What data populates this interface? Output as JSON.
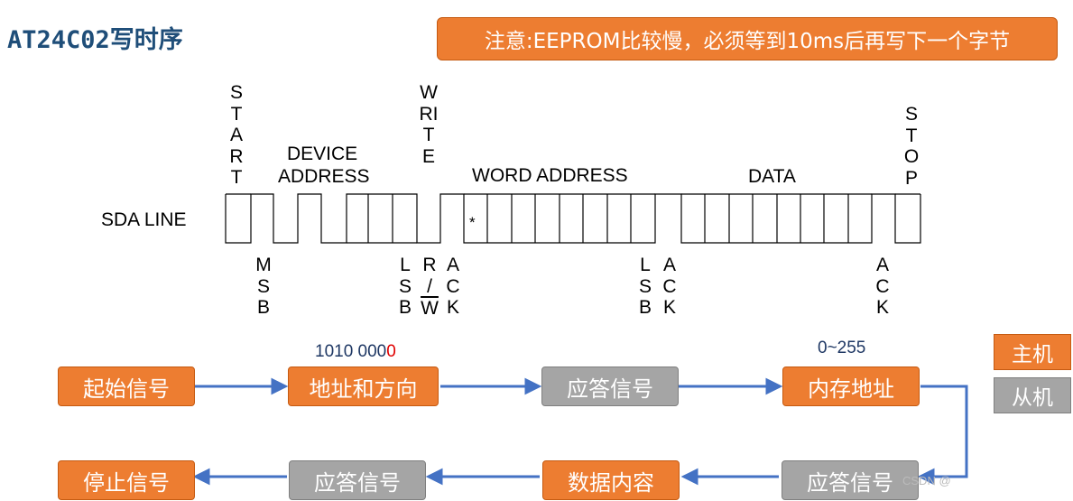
{
  "title": "AT24C02写时序",
  "note": "注意:EEPROM比较慢，必须等到10ms后再写下一个字节",
  "timing": {
    "sda_line": "SDA LINE",
    "start": "START",
    "write": "WRITE",
    "stop": "STOP",
    "device_address_1": "DEVICE",
    "device_address_2": "ADDRESS",
    "word_address": "WORD ADDRESS",
    "data": "DATA",
    "msb": "MSB",
    "lsb_1": "LSB",
    "rw_r": "R",
    "rw_slash": "/",
    "rw_w": "W",
    "ack_1": "ACK",
    "lsb_2": "LSB",
    "ack_2": "ACK",
    "ack_3": "ACK",
    "asterisk": "*"
  },
  "flow": {
    "start_signal": "起始信号",
    "address_direction": "地址和方向",
    "ack_1": "应答信号",
    "memory_address": "内存地址",
    "ack_2": "应答信号",
    "data_content": "数据内容",
    "ack_3": "应答信号",
    "stop_signal": "停止信号",
    "address_bits_a": "1010 000",
    "address_bits_b": "0",
    "memory_range": "0~255"
  },
  "legend": {
    "master": "主机",
    "slave": "从机"
  },
  "watermark": "CSDN @",
  "colors": {
    "master": "#ed7d31",
    "slave": "#a5a5a5",
    "arrow": "#4472c4",
    "title": "#1f4e79"
  }
}
